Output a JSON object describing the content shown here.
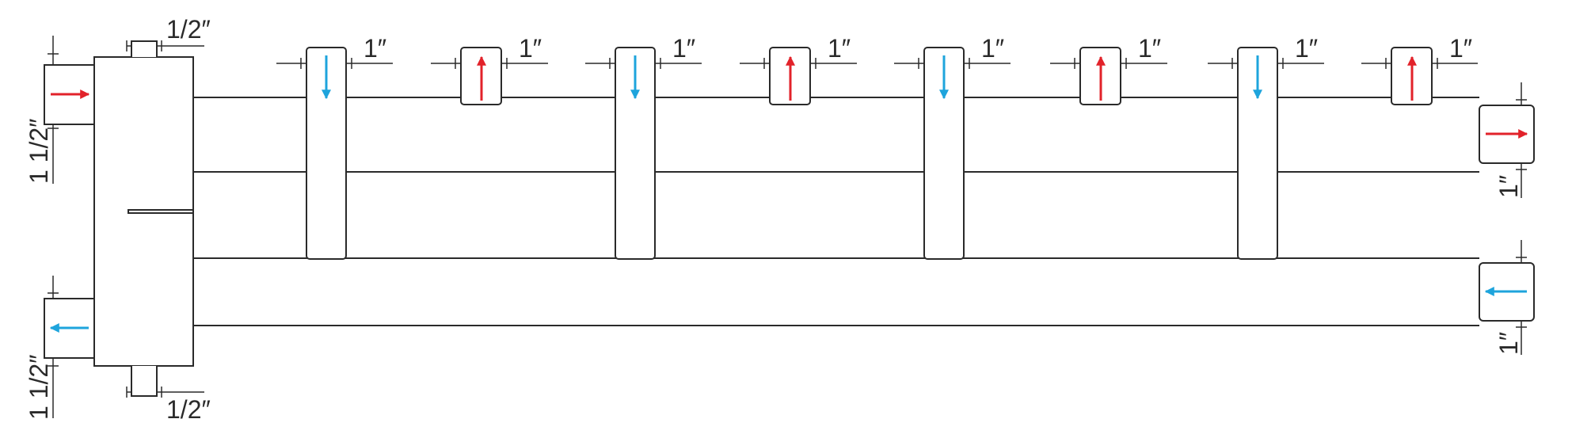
{
  "colors": {
    "line": "#2a2a2a",
    "hot": "#e2222a",
    "cold": "#1ea4dc",
    "background": "#ffffff"
  },
  "labels": {
    "separator_top": "1/2″",
    "separator_bottom": "1/2″",
    "inlet_left": "1 1/2″",
    "outlet_left": "1 1/2″",
    "outlet_right_hot": "1″",
    "outlet_right_cold": "1″"
  },
  "circuits": [
    {
      "return": {
        "label": "1″",
        "direction": "down"
      },
      "supply": {
        "label": "1″",
        "direction": "up"
      }
    },
    {
      "return": {
        "label": "1″",
        "direction": "down"
      },
      "supply": {
        "label": "1″",
        "direction": "up"
      }
    },
    {
      "return": {
        "label": "1″",
        "direction": "down"
      },
      "supply": {
        "label": "1″",
        "direction": "up"
      }
    },
    {
      "return": {
        "label": "1″",
        "direction": "down"
      },
      "supply": {
        "label": "1″",
        "direction": "up"
      }
    }
  ],
  "flows": {
    "left_inlet": "right",
    "left_outlet": "left",
    "right_hot_port": "right",
    "right_cold_port": "left"
  }
}
